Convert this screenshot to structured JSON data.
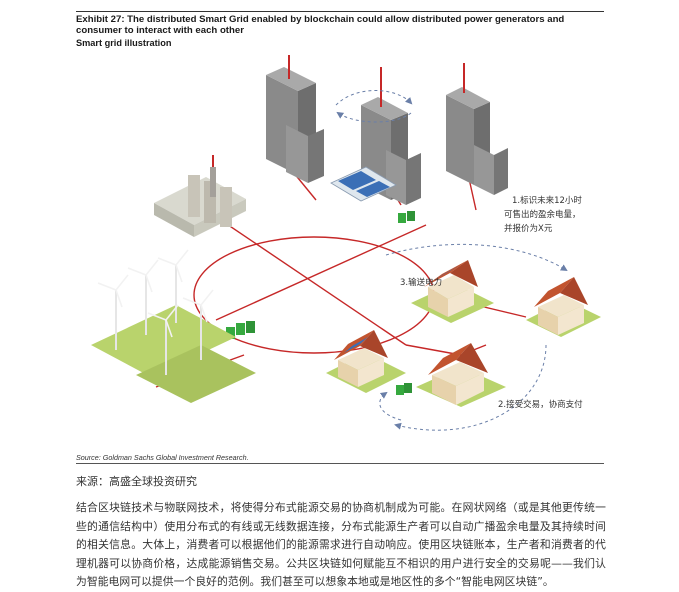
{
  "exhibit": {
    "title": "Exhibit 27: The distributed Smart Grid enabled by blockchain could allow distributed power generators and consumer to interact with each other",
    "subtitle": "Smart grid illustration"
  },
  "illustration": {
    "annotations": {
      "step1_line1": "1.标识未来12小时",
      "step1_line2": "可售出的盈余电量，",
      "step1_line3": "并报价为X元",
      "step2": "2.接受交易，协商支付",
      "step3": "3.输送电力"
    },
    "colors": {
      "grid_line": "#c62828",
      "building": "#8d8d8d",
      "ground": "#b9d36c",
      "roof": "#c2542f",
      "solar": "#3b6fb6",
      "battery": "#36a93f"
    }
  },
  "source_note": "Source: Goldman Sachs Global Investment Research.",
  "cn_source": "来源：高盛全球投资研究",
  "body_paragraph": "结合区块链技术与物联网技术，将使得分布式能源交易的协商机制成为可能。在网状网络（或是其他更传统一些的通信结构中）使用分布式的有线或无线数据连接，分布式能源生产者可以自动广播盈余电量及其持续时间的相关信息。大体上，消费者可以根据他们的能源需求进行自动响应。使用区块链账本，生产者和消费者的代理机器可以协商价格，达成能源销售交易。公共区块链如何赋能互不相识的用户进行安全的交易呢——我们认为智能电网可以提供一个良好的范例。我们甚至可以想象本地或是地区性的多个“智能电网区块链”。"
}
